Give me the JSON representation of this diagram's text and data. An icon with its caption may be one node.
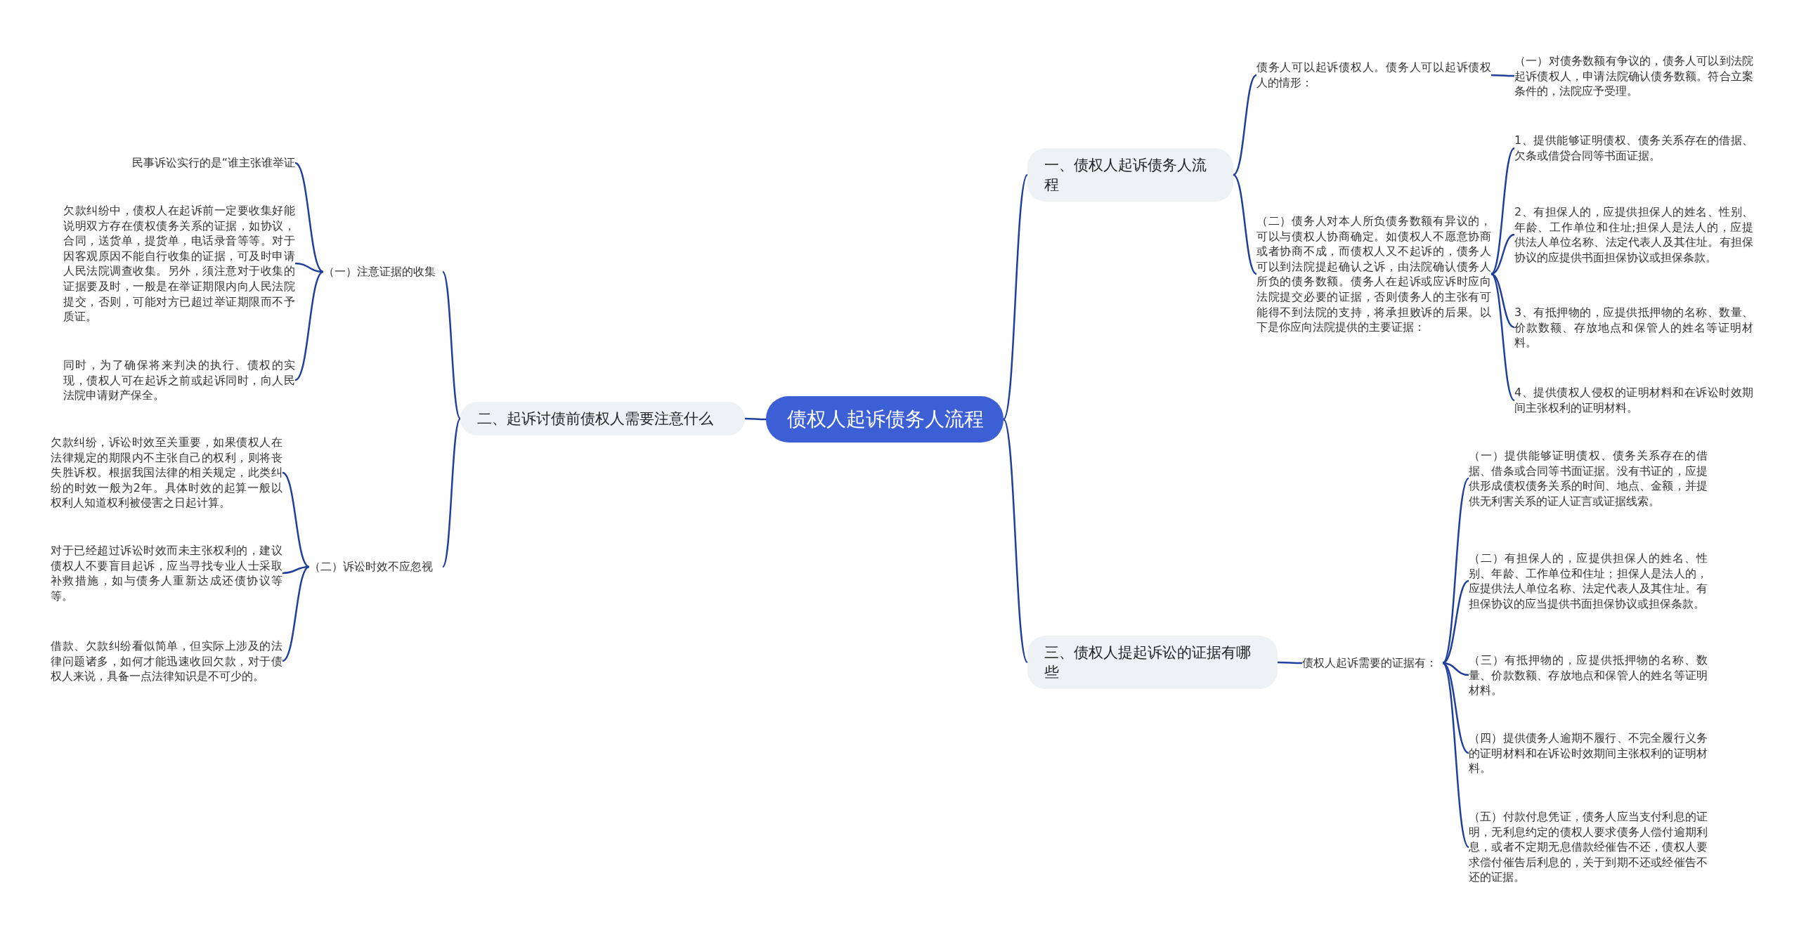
{
  "diagram": {
    "nodes": [
      {
        "text": [
          "债权人起诉债务人流程"
        ]
      },
      {
        "text": [
          "一、债权人起诉债务人流程"
        ]
      },
      {
        "text": [
          "债务人可以起诉债权人。债务人可以起诉债权人的情形："
        ]
      },
      {
        "text": [
          "（一）对债务数额有争议的，债务人可以到法院起诉债权人，申请法院确认债务数额。符合立案条件的，法院应予受理。"
        ]
      },
      {
        "text": [
          "（二）债务人对本人所负债务数额有异议的，可以与债权人协商确定。如债权人不愿意协商或者协商不成，而债权人又不起诉的，债务人可以到法院提起确认之诉，由法院确认债务人所负的债务数额。债务人在起诉或应诉时应向法院提交必要的证据，否则债务人的主张有可能得不到法院的支持，将承担败诉的后果。以下是你应向法院提供的主要证据："
        ]
      },
      {
        "text": [
          "1、提供能够证明债权、债务关系存在的借据、欠条或借贷合同等书面证据。"
        ]
      },
      {
        "text": [
          "2、有担保人的，应提供担保人的姓名、性别、年龄、工作单位和住址;担保人是法人的，应提供法人单位名称、法定代表人及其住址。有担保协议的应提供书面担保协议或担保条款。"
        ]
      },
      {
        "text": [
          "3、有抵押物的，应提供抵押物的名称、数量、价款数额、存放地点和保管人的姓名等证明材料。"
        ]
      },
      {
        "text": [
          "4、提供债权人侵权的证明材料和在诉讼时效期间主张权利的证明材料。"
        ]
      },
      {
        "text": [
          "二、起诉讨债前债权人需要注意什么"
        ]
      },
      {
        "text": [
          "（一）注意证据的收集"
        ]
      },
      {
        "text": [
          "民事诉讼实行的是“谁主张谁举证"
        ]
      },
      {
        "text": [
          "欠款纠纷中，债权人在起诉前一定要收集好能说明双方存在债权债务关系的证据，如协议，合同，送货单，提货单，电话录音等等。对于因客观原因不能自行收集的证据，可及时申请人民法院调查收集。另外，须注意对于收集的证据要及时，一般是在举证期限内向人民法院提交，否则，可能对方已超过举证期限而不予质证。"
        ]
      },
      {
        "text": [
          "同时，为了确保将来判决的执行、债权的实现，债权人可在起诉之前或起诉同时，向人民法院申请财产保全。"
        ]
      },
      {
        "text": [
          "（二）诉讼时效不应忽视"
        ]
      },
      {
        "text": [
          "欠款纠纷，诉讼时效至关重要，如果债权人在法律规定的期限内不主张自己的权利，则将丧失胜诉权。根据我国法律的相关规定，此类纠纷的时效一般为2年。具体时效的起算一般以权利人知道权利被侵害之日起计算。"
        ]
      },
      {
        "text": [
          "对于已经超过诉讼时效而未主张权利的，建议债权人不要盲目起诉，应当寻找专业人士采取补救措施，如与债务人重新达成还债协议等等。"
        ]
      },
      {
        "text": [
          "借款、欠款纠纷看似简单，但实际上涉及的法律问题诸多，如何才能迅速收回欠款，对于债权人来说，具备一点法律知识是不可少的。"
        ]
      },
      {
        "text": [
          "三、债权人提起诉讼的证据有哪些"
        ]
      },
      {
        "text": [
          "债权人起诉需要的证据有："
        ]
      },
      {
        "text": [
          "（一）提供能够证明债权、债务关系存在的借据、借条或合同等书面证据。没有书证的，应提供形成债权债务关系的时间、地点、金额，并提供无利害关系的证人证言或证据线索。"
        ]
      },
      {
        "text": [
          "（二）有担保人的，应提供担保人的姓名、性别、年龄、工作单位和住址；担保人是法人的，应提供法人单位名称、法定代表人及其住址。有担保协议的应当提供书面担保协议或担保条款。"
        ]
      },
      {
        "text": [
          "（三）有抵押物的，应提供抵押物的名称、数量、价款数额、存放地点和保管人的姓名等证明材料。"
        ]
      },
      {
        "text": [
          "（四）提供债务人逾期不履行、不完全履行义务的证明材料和在诉讼时效期间主张权利的证明材料。"
        ]
      },
      {
        "text": [
          "（五）付款付息凭证，债务人应当支付利息的证明，无利息约定的债权人要求债务人偿付逾期利息，或者不定期无息借款经催告不还，债权人要求偿付催告后利息的，关于到期不还或经催告不还的证据。"
        ]
      }
    ],
    "edges": [
      {
        "from": 0,
        "to": 1,
        "arrow": "none"
      },
      {
        "from": 1,
        "to": 2,
        "arrow": "none"
      },
      {
        "from": 2,
        "to": 3,
        "arrow": "none"
      },
      {
        "from": 1,
        "to": 4,
        "arrow": "none"
      },
      {
        "from": 4,
        "to": 5,
        "arrow": "none"
      },
      {
        "from": 4,
        "to": 6,
        "arrow": "none"
      },
      {
        "from": 4,
        "to": 7,
        "arrow": "none"
      },
      {
        "from": 4,
        "to": 8,
        "arrow": "none"
      },
      {
        "from": 0,
        "to": 9,
        "arrow": "none"
      },
      {
        "from": 9,
        "to": 10,
        "arrow": "none"
      },
      {
        "from": 10,
        "to": 11,
        "arrow": "none"
      },
      {
        "from": 10,
        "to": 12,
        "arrow": "none"
      },
      {
        "from": 10,
        "to": 13,
        "arrow": "none"
      },
      {
        "from": 9,
        "to": 14,
        "arrow": "none"
      },
      {
        "from": 14,
        "to": 15,
        "arrow": "none"
      },
      {
        "from": 14,
        "to": 16,
        "arrow": "none"
      },
      {
        "from": 14,
        "to": 17,
        "arrow": "none"
      },
      {
        "from": 0,
        "to": 18,
        "arrow": "none"
      },
      {
        "from": 18,
        "to": 19,
        "arrow": "none"
      },
      {
        "from": 19,
        "to": 20,
        "arrow": "none"
      },
      {
        "from": 19,
        "to": 21,
        "arrow": "none"
      },
      {
        "from": 19,
        "to": 22,
        "arrow": "none"
      },
      {
        "from": 19,
        "to": 23,
        "arrow": "none"
      },
      {
        "from": 19,
        "to": 24,
        "arrow": "none"
      }
    ]
  }
}
